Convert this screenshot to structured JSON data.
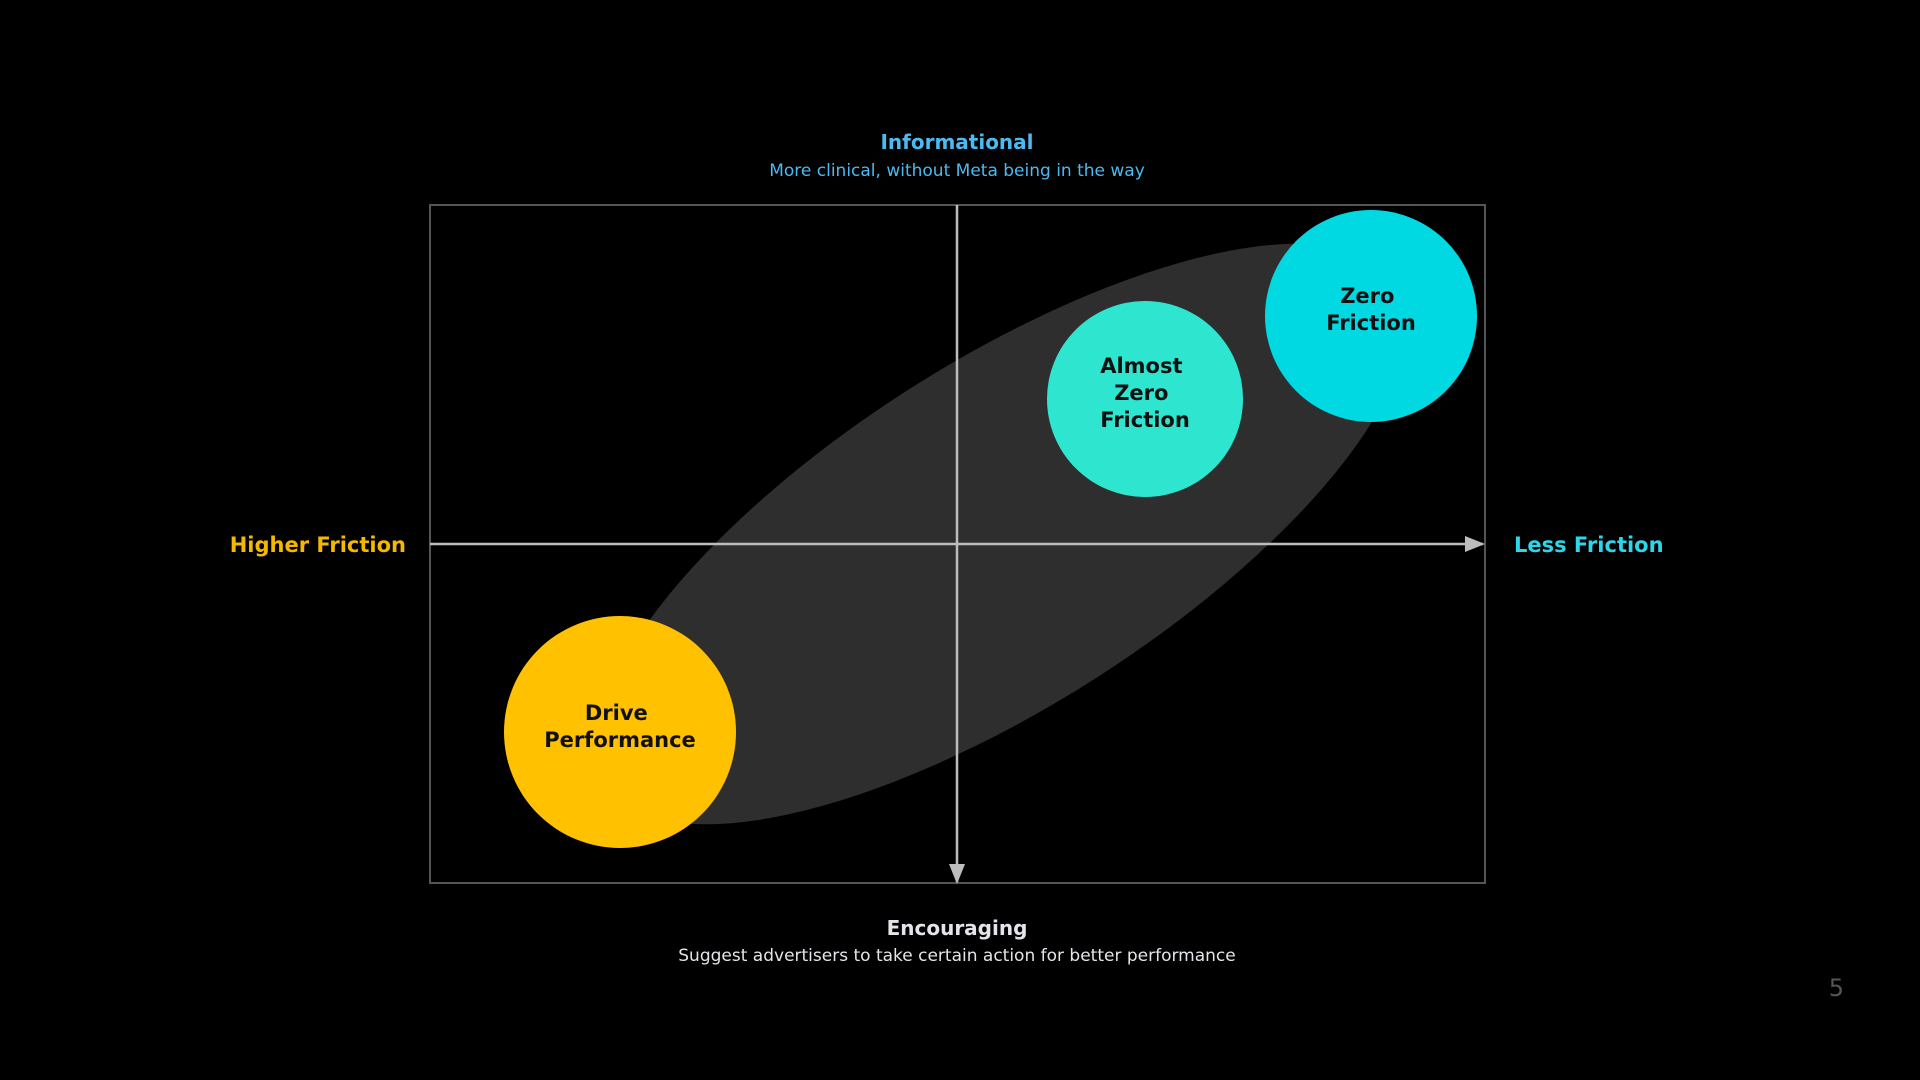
{
  "top_axis": {
    "title": "Informational",
    "subtitle": "More clinical, without Meta being in the way",
    "color": "#4CB9F0"
  },
  "bottom_axis": {
    "title": "Encouraging",
    "subtitle": "Suggest advertisers to take certain action for better performance",
    "color": "#E4E4EA"
  },
  "left_axis": {
    "label": "Higher Friction",
    "color": "#F5B800"
  },
  "right_axis": {
    "label": "Less Friction",
    "color": "#2ED6EA"
  },
  "nodes": {
    "zero_friction": {
      "lines": [
        "Zero",
        "Friction"
      ],
      "color": "#00D8E2"
    },
    "almost_zero_friction": {
      "lines": [
        "Almost",
        "Zero",
        "Friction"
      ],
      "color": "#2EE6D0"
    },
    "drive_performance": {
      "lines": [
        "Drive",
        "Performance"
      ],
      "color": "#FFC100"
    }
  },
  "band_color": "#2E2E2E",
  "page_number": "5"
}
